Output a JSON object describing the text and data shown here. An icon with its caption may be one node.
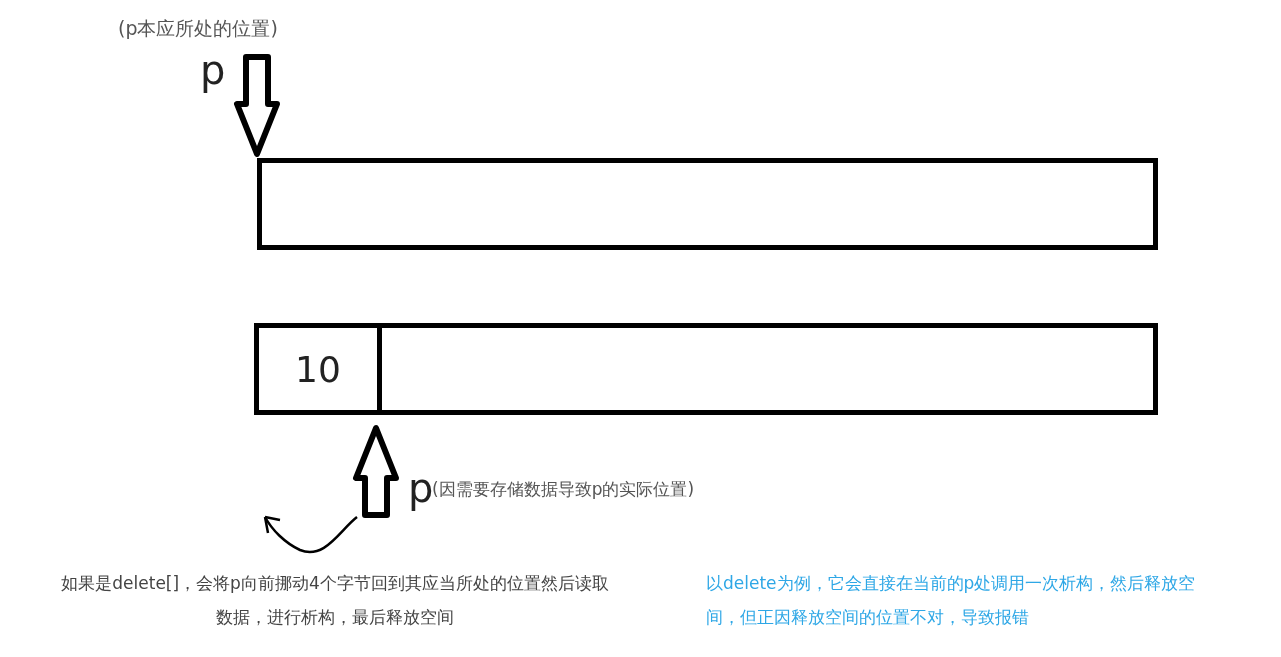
{
  "diagram": {
    "nodes": [
      {
        "text": [],
        "shape": "box"
      },
      {
        "text": [],
        "shape": "box"
      },
      {
        "text": [
          "10"
        ],
        "in": 1
      },
      {
        "text": [
          "p"
        ],
        "beside": [
          "(p本应所处的位置)"
        ]
      },
      {
        "text": [
          "p"
        ],
        "beside": [
          "(因需要存储数据导致p的实际位置)"
        ]
      }
    ],
    "edges": [
      {
        "from": 3,
        "to": 0,
        "arrow": "to"
      },
      {
        "from": 4,
        "to": 1,
        "arrow": "to"
      }
    ],
    "labels": [
      "如果是delete[]，会将p向前挪动4个字节回到其应当所处的位置然后读取数据，进行析构，最后释放空间",
      "以delete为例，它会直接在当前的p处调用一次析构，然后释放空间，但正因释放空间的位置不对，导致报错"
    ]
  }
}
